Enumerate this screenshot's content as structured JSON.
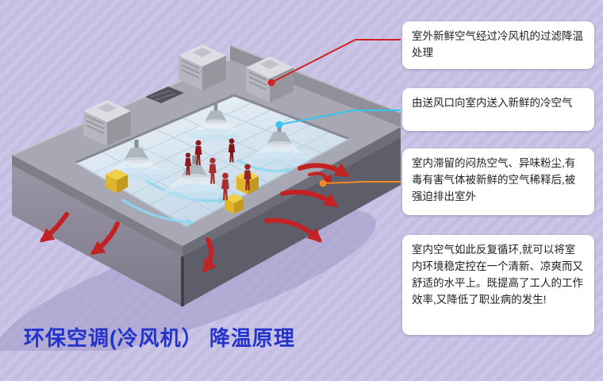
{
  "background": {
    "base_color": "#c4bfe2",
    "stripe_color": "#cbc6e8"
  },
  "title": {
    "text": "环保空调(冷风机） 降温原理",
    "color": "#2433cc"
  },
  "callouts": [
    {
      "text": "室外新鲜空气经过冷风机的过滤降温处理",
      "connector_color": "#d42222"
    },
    {
      "text": "由送风口向室内送入新鲜的冷空气",
      "connector_color": "#38c2ee"
    },
    {
      "text": "室内滞留的闷热空气、异味粉尘,有毒有害气体被新鲜的空气稀释后,被强迫排出室外",
      "connector_color": "#f08a1e"
    },
    {
      "text": "室内空气如此反复循环,就可以将室内环境稳定控在一个清新、凉爽而又舒适的水平上。既提高了工人的工作效率,又降低了职业病的发生!",
      "connector_color": null
    }
  ],
  "illustration": {
    "description": "等轴测厂房降温示意图: 屋顶冷风机、室内送风口、车间工人、红色排风气流箭头",
    "colors": {
      "roof": "#a8a8b4",
      "walls": "#5e5e6a",
      "floor": "#dce9f3",
      "exhaust_arrows": "#c32222",
      "supply_air": "#8fd8f0",
      "workers": "#8d1d1d",
      "machines": "#f0d04a"
    }
  }
}
